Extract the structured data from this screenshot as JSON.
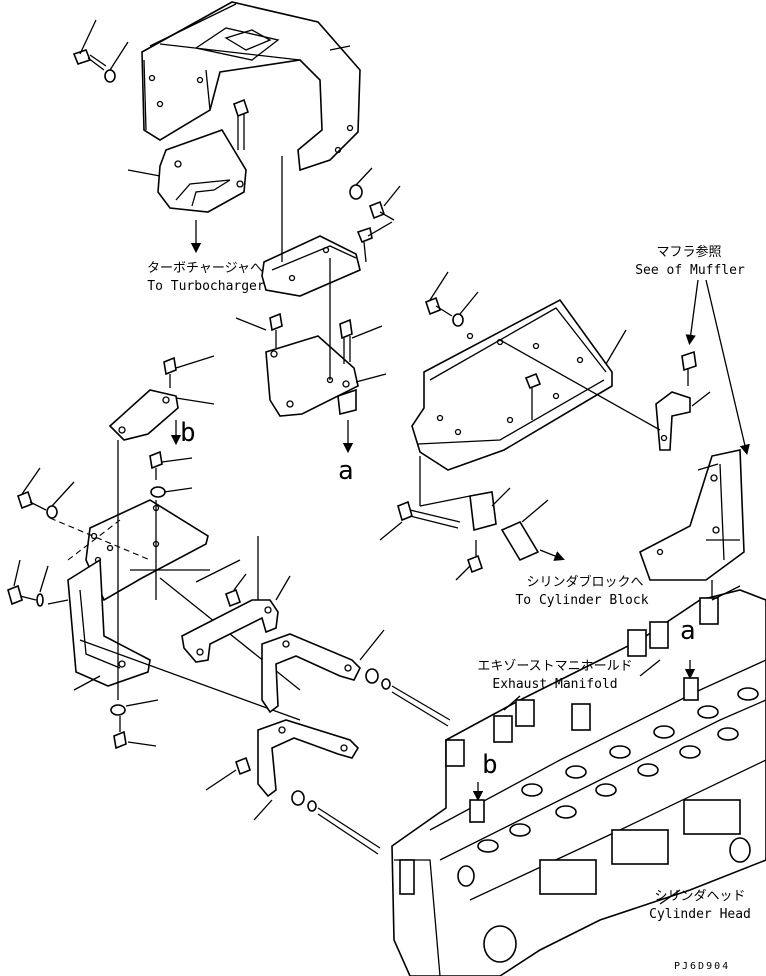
{
  "labels": {
    "turbo_jp": "ターボチャージャへ",
    "turbo_en": "To Turbocharger",
    "muffler_jp": "マフラ参照",
    "muffler_en": "See of Muffler",
    "cylblock_jp": "シリンダブロックへ",
    "cylblock_en": "To Cylinder Block",
    "manifold_jp": "エキゾーストマニホールド",
    "manifold_en": "Exhaust Manifold",
    "head_jp": "シリンダヘッド",
    "head_en": "Cylinder Head",
    "ref_a": "a",
    "ref_b": "b",
    "drawing_code": "PJ6D904"
  }
}
